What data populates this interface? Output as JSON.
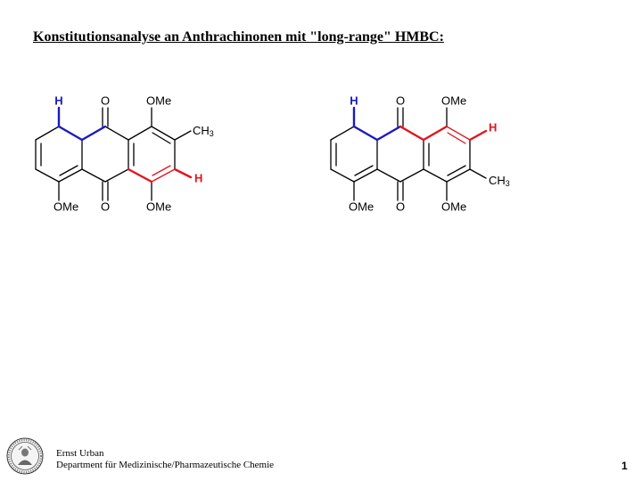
{
  "title": "Konstitutionsanalyse an Anthrachinonen mit \"long-range\" HMBC:",
  "colors": {
    "black": "#000000",
    "blue_correlation": "#1a1ac0",
    "red_correlation": "#e0141e"
  },
  "structure_a": {
    "label_h_top": "H",
    "label_o_top": "O",
    "label_ome_top": "OMe",
    "label_ch3_main": "CH",
    "label_ch3_sub": "3",
    "label_h_right": "H",
    "label_ome_left": "OMe",
    "label_o_bottom": "O",
    "label_ome_bottom": "OMe"
  },
  "structure_b": {
    "label_h_top": "H",
    "label_o_top": "O",
    "label_ome_top": "OMe",
    "label_h_right": "H",
    "label_ch3_main": "CH",
    "label_ch3_sub": "3",
    "label_ome_left": "OMe",
    "label_o_bottom": "O",
    "label_ome_bottom": "OMe"
  },
  "footer": {
    "author_name": "Ernst Urban",
    "department": "Department für Medizinische/Pharmazeutische Chemie",
    "page_number": "1",
    "seal_icon": "university-seal-icon"
  }
}
